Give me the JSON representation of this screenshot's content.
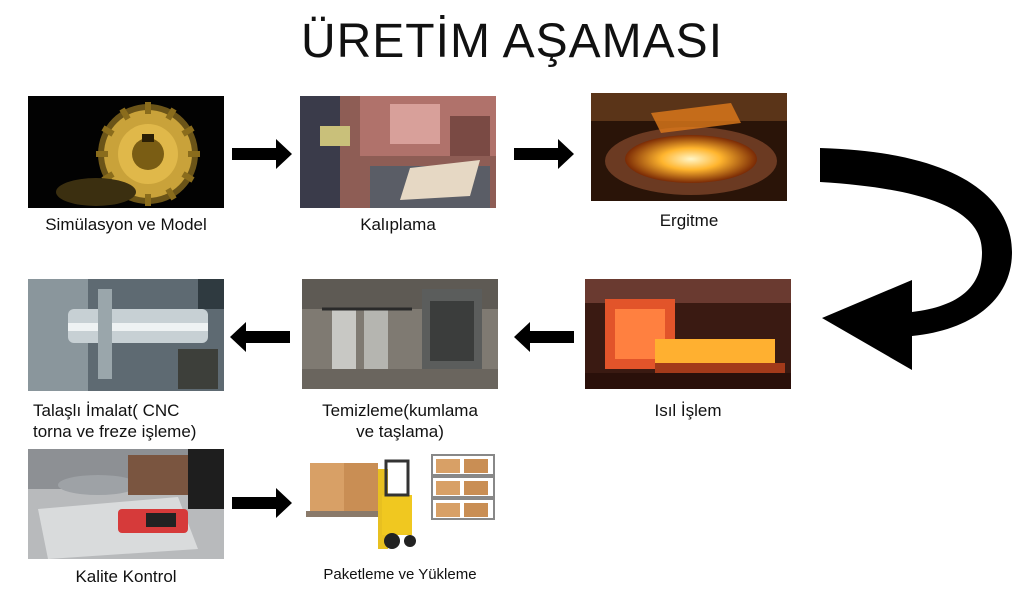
{
  "title": "ÜRETİM AŞAMASI",
  "steps": {
    "simulation": {
      "label": "Simülasyon ve Model",
      "icon": "gear-model-image"
    },
    "molding": {
      "label": "Kalıplama",
      "icon": "molding-worker-image"
    },
    "melting": {
      "label": "Ergitme",
      "icon": "furnace-melting-image"
    },
    "heat_treatment": {
      "label": "Isıl İşlem",
      "icon": "heat-treatment-furnace-image"
    },
    "cleaning": {
      "label_line1": "Temizleme(kumlama",
      "label_line2": "ve taşlama)",
      "icon": "shot-blasting-machine-image"
    },
    "machining": {
      "label_line1": "Talaşlı İmalat( CNC",
      "label_line2": "torna ve freze işleme)",
      "icon": "cnc-lathe-image"
    },
    "quality": {
      "label": "Kalite Kontrol",
      "icon": "hardness-tester-image"
    },
    "packaging": {
      "label": "Paketleme ve Yükleme",
      "icon": "forklift-boxes-image"
    }
  },
  "colors": {
    "arrow": "#000000",
    "text": "#111111",
    "background": "#ffffff"
  }
}
